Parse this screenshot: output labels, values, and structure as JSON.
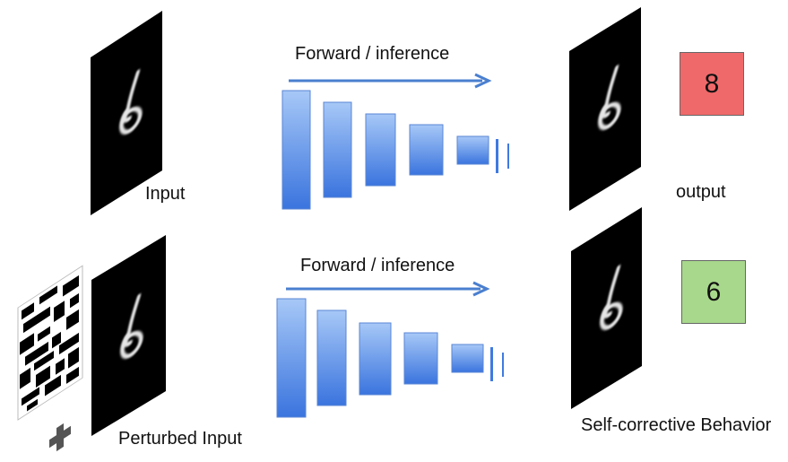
{
  "top_row": {
    "arrow_label": "Forward / inference",
    "input_label": "Input",
    "output_label": "output",
    "prediction": "8",
    "prediction_color": "#f0696a"
  },
  "bottom_row": {
    "arrow_label": "Forward / inference",
    "input_label": "Perturbed Input",
    "output_label": "Self-corrective Behavior",
    "prediction": "6",
    "prediction_color": "#a8d88c"
  },
  "colors": {
    "layer_fill_light": "#9cc1f5",
    "layer_fill_dark": "#3f7ae0",
    "arrow": "#4a7fcf",
    "panel": "#000000"
  },
  "icons": [
    "digit-image",
    "noise-pattern",
    "plus-icon",
    "arrow-icon",
    "network-layers"
  ]
}
